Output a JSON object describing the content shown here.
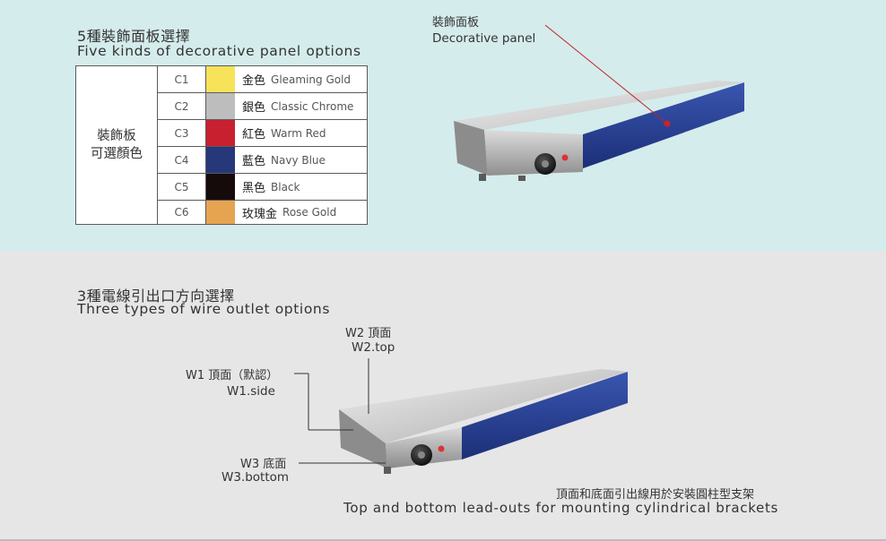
{
  "panel_section": {
    "title_zh": "5種裝飾面板選擇",
    "title_en": "Five kinds of decorative panel options",
    "group_label_line1": "裝飾板",
    "group_label_line2": "可選顏色",
    "options": [
      {
        "code": "C1",
        "name_zh": "金色",
        "name_en": "Gleaming Gold",
        "color": "#f7e35a"
      },
      {
        "code": "C2",
        "name_zh": "銀色",
        "name_en": "Classic Chrome",
        "color": "#bdbdbd"
      },
      {
        "code": "C3",
        "name_zh": "紅色",
        "name_en": "Warm Red",
        "color": "#c8202f"
      },
      {
        "code": "C4",
        "name_zh": "藍色",
        "name_en": "Navy Blue",
        "color": "#26377a"
      },
      {
        "code": "C5",
        "name_zh": "黑色",
        "name_en": "Black",
        "color": "#160b0b"
      },
      {
        "code": "C6",
        "name_zh": "玫瑰金",
        "name_en": "Rose Gold",
        "color": "#e7a450"
      }
    ],
    "callout_zh": "裝飾面板",
    "callout_en": "Decorative panel"
  },
  "wire_section": {
    "title_zh": "3種電線引出口方向選擇",
    "title_en": "Three types of wire outlet options",
    "w2_zh": "W2 頂面",
    "w2_en": "W2.top",
    "w1_zh": "W1 頂面（默認）",
    "w1_en": "W1.side",
    "w3_zh": "W3 底面",
    "w3_en": "W3.bottom",
    "caption_zh": "頂面和底面引出線用於安裝圓柱型支架",
    "caption_en": "Top and bottom lead-outs for mounting cylindrical brackets"
  },
  "colors": {
    "top_background": "#d5ecec",
    "bottom_background": "#e6e6e6",
    "callout_line": "#c0202a",
    "panel_blue": "#23409a"
  },
  "icons": [
    "heater-panel-illustration",
    "control-knob-icon",
    "indicator-light-icon"
  ]
}
